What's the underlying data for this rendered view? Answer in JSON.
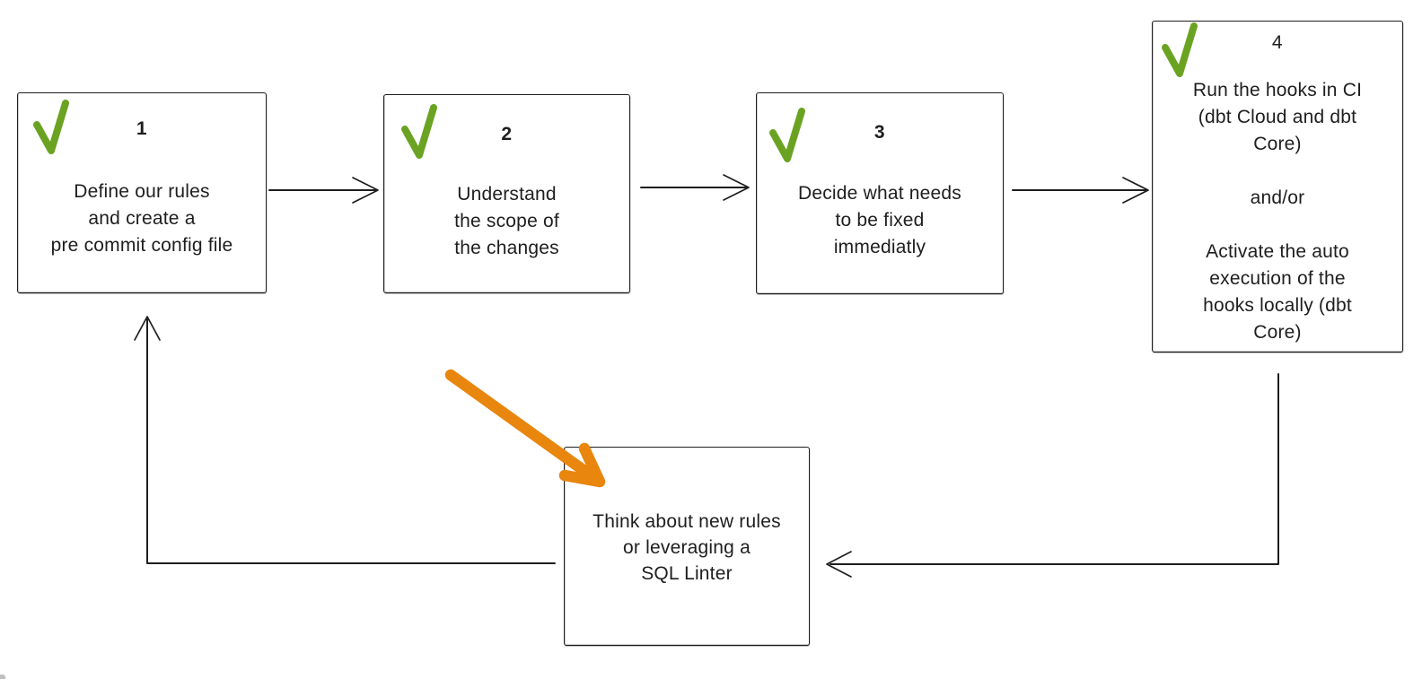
{
  "canvas": {
    "bg": "#ffffff",
    "stroke": "#1e1e1e",
    "check_color": "#6aa322",
    "highlight_color": "#e8860d"
  },
  "steps": [
    {
      "number": "1",
      "checked": true,
      "lines": [
        "Define our rules",
        "and create a",
        "pre commit config file"
      ]
    },
    {
      "number": "2",
      "checked": true,
      "lines": [
        "Understand",
        "the scope of",
        "the changes"
      ]
    },
    {
      "number": "3",
      "checked": true,
      "lines": [
        "Decide what needs",
        "to be fixed",
        "immediatly"
      ]
    },
    {
      "number": "4",
      "checked": true,
      "lines": [
        "Run the hooks in CI",
        "(dbt Cloud and dbt",
        "Core)",
        "",
        "and/or",
        "",
        "Activate the auto",
        "execution of the",
        "hooks locally (dbt",
        "Core)"
      ]
    }
  ],
  "loop_box": {
    "lines": [
      "Think about new rules",
      "or leveraging a",
      "SQL Linter"
    ]
  }
}
